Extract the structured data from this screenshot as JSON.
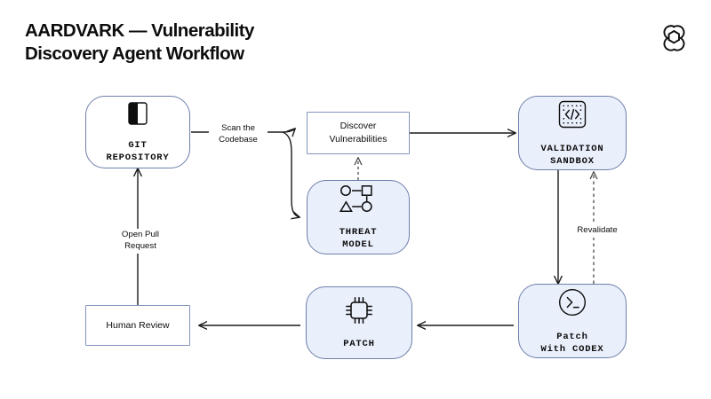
{
  "header": {
    "title": "AARDVARK — Vulnerability\nDiscovery Agent Workflow",
    "logo_icon": "openai-logo-icon"
  },
  "theme": {
    "background": "#ffffff",
    "node_fill": "#e9effb",
    "node_stroke": "#6e7faa",
    "box_stroke": "#8294bd",
    "edge_stroke": "#1a1a1a",
    "text": "#0d0d0d"
  },
  "diagram": {
    "type": "flowchart",
    "nodes": [
      {
        "id": "git-repository",
        "label": "GIT\nREPOSITORY",
        "shape": "rounded-card",
        "fill": "#ffffff",
        "icon": "repository-split-square-icon"
      },
      {
        "id": "discover-vulnerabilities",
        "label": "Discover\nVulnerabilities",
        "shape": "rectangle",
        "fill": "#ffffff",
        "icon": null
      },
      {
        "id": "threat-model",
        "label": "THREAT\nMODEL",
        "shape": "rounded-card",
        "fill": "#e9effb",
        "icon": "threat-model-graph-icon"
      },
      {
        "id": "validation-sandbox",
        "label": "VALIDATION\nSANDBOX",
        "shape": "rounded-card",
        "fill": "#e9effb",
        "icon": "code-brackets-icon"
      },
      {
        "id": "patch-with-codex",
        "label": "Patch\nWith CODEX",
        "shape": "rounded-card",
        "fill": "#e9effb",
        "icon": "terminal-prompt-icon"
      },
      {
        "id": "patch",
        "label": "PATCH",
        "shape": "rounded-card",
        "fill": "#e9effb",
        "icon": "chip-icon"
      },
      {
        "id": "human-review",
        "label": "Human Review",
        "shape": "rectangle",
        "fill": "#ffffff",
        "icon": null
      }
    ],
    "edges": [
      {
        "id": "scan-the-codebase",
        "from": "git-repository",
        "to": "discover-vulnerabilities",
        "label": "Scan the\nCodebase",
        "style": "solid",
        "arrow": "end"
      },
      {
        "id": "scan-to-threat-model",
        "from": "git-repository",
        "to": "threat-model",
        "label": "",
        "style": "solid",
        "arrow": "end"
      },
      {
        "id": "threat-model-to-discover",
        "from": "threat-model",
        "to": "discover-vulnerabilities",
        "label": "",
        "style": "dashed",
        "arrow": "end"
      },
      {
        "id": "discover-to-sandbox",
        "from": "discover-vulnerabilities",
        "to": "validation-sandbox",
        "label": "",
        "style": "solid",
        "arrow": "end"
      },
      {
        "id": "sandbox-to-codex",
        "from": "validation-sandbox",
        "to": "patch-with-codex",
        "label": "",
        "style": "solid",
        "arrow": "end"
      },
      {
        "id": "revalidate",
        "from": "patch-with-codex",
        "to": "validation-sandbox",
        "label": "Revalidate",
        "style": "dashed",
        "arrow": "end"
      },
      {
        "id": "codex-to-patch",
        "from": "patch-with-codex",
        "to": "patch",
        "label": "",
        "style": "solid",
        "arrow": "end"
      },
      {
        "id": "patch-to-human-review",
        "from": "patch",
        "to": "human-review",
        "label": "",
        "style": "solid",
        "arrow": "end"
      },
      {
        "id": "open-pull-request",
        "from": "human-review",
        "to": "git-repository",
        "label": "Open Pull\nRequest",
        "style": "solid",
        "arrow": "end"
      }
    ]
  }
}
